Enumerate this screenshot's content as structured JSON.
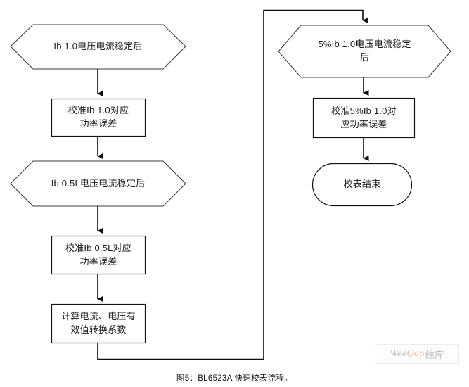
{
  "figure": {
    "caption": "图5：BL6523A 快速校表流程。",
    "watermark": {
      "part1": "Wee",
      "part2": "Qoo",
      "part3": "维库"
    },
    "colors": {
      "stroke": "#1a1a1a",
      "hexagon_stroke": "#3a3a3a",
      "fill": "#ffffff",
      "text": "#1a1a1a",
      "watermark_text": "#b9b9b9",
      "watermark_accent": "#e8b49a"
    }
  },
  "flowchart": {
    "type": "flowchart",
    "nodes": [
      {
        "id": "n1",
        "shape": "hexagon",
        "label": "Ib 1.0电压电流稳定后",
        "column": "left"
      },
      {
        "id": "n2",
        "shape": "rectangle",
        "label": "校准Ib 1.0对应\n功率误差",
        "column": "left"
      },
      {
        "id": "n3",
        "shape": "hexagon",
        "label": "Ib 0.5L电压电流稳定后",
        "column": "left"
      },
      {
        "id": "n4",
        "shape": "rectangle",
        "label": "校准Ib 0.5L对应\n功率误差",
        "column": "left"
      },
      {
        "id": "n5",
        "shape": "rectangle",
        "label": "计算电流、电压有\n效值转换系数",
        "column": "left"
      },
      {
        "id": "n6",
        "shape": "hexagon",
        "label": "5%Ib 1.0电压电流稳定\n后",
        "column": "right"
      },
      {
        "id": "n7",
        "shape": "rectangle",
        "label": "校准5%Ib 1.0对\n应功率误差",
        "column": "right"
      },
      {
        "id": "n8",
        "shape": "terminator",
        "label": "校表结束",
        "column": "right"
      }
    ],
    "edges": [
      {
        "from": "n1",
        "to": "n2",
        "style": "arrow-down"
      },
      {
        "from": "n2",
        "to": "n3",
        "style": "arrow-down"
      },
      {
        "from": "n3",
        "to": "n4",
        "style": "arrow-down"
      },
      {
        "from": "n4",
        "to": "n5",
        "style": "arrow-down"
      },
      {
        "from": "n5",
        "to": "n6",
        "style": "elbow-right-up-arrow-down"
      },
      {
        "from": "n6",
        "to": "n7",
        "style": "arrow-down"
      },
      {
        "from": "n7",
        "to": "n8",
        "style": "arrow-down"
      }
    ]
  }
}
